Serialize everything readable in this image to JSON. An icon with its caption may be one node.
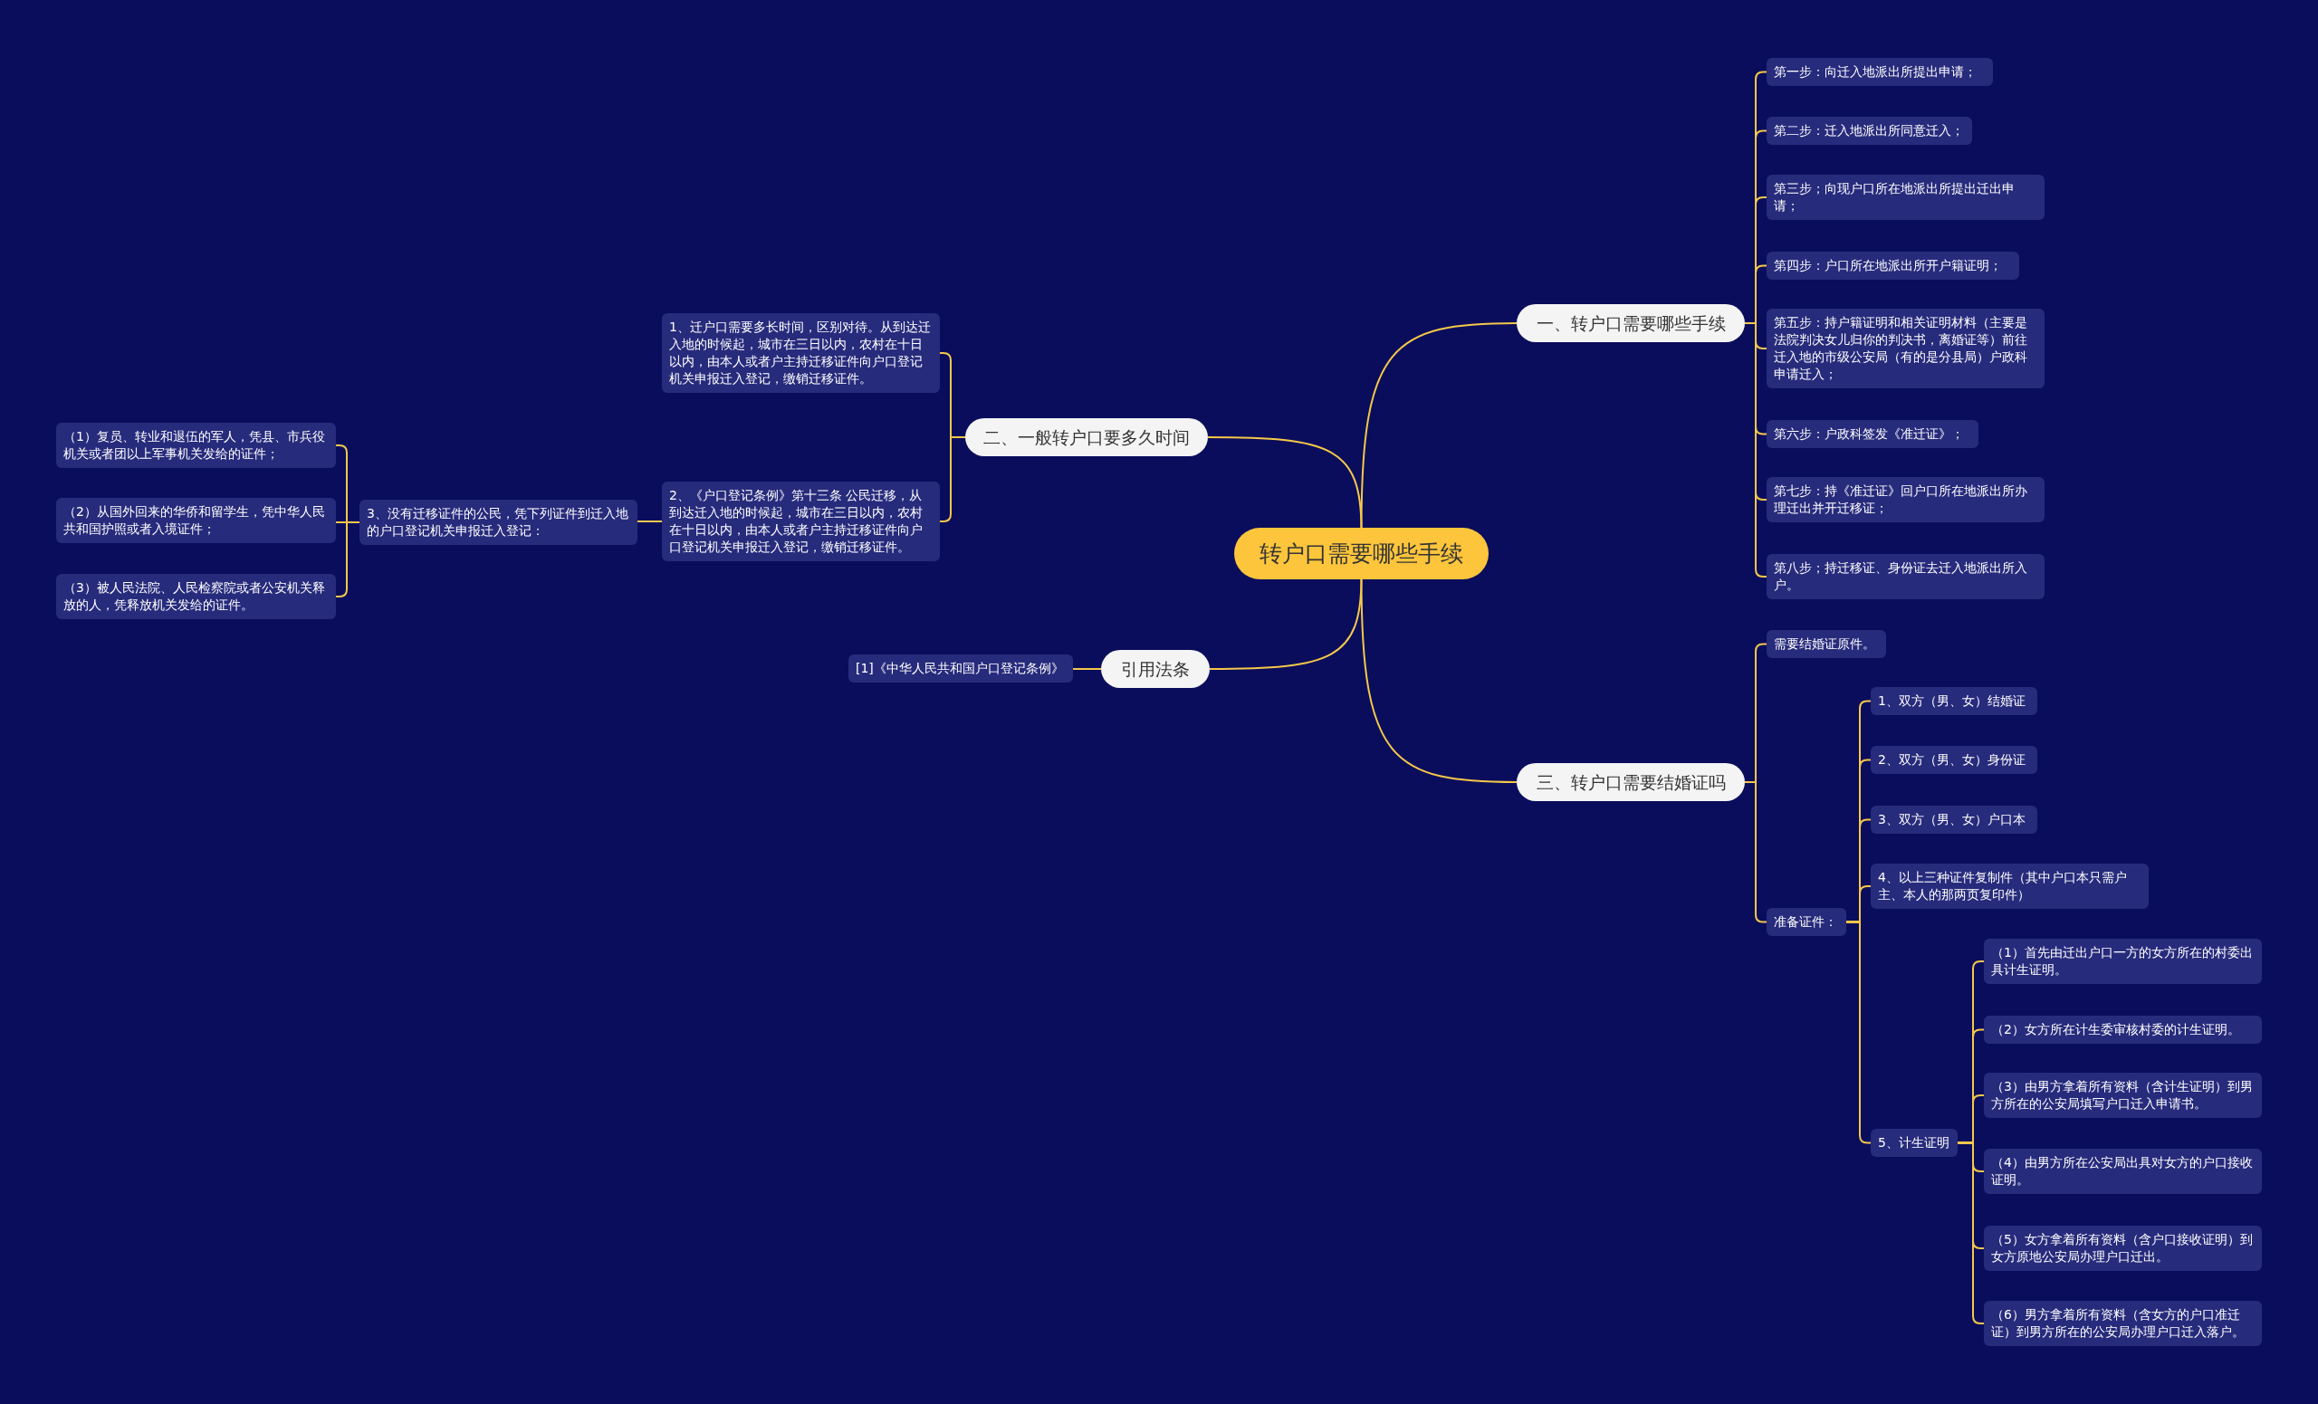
{
  "diagram": {
    "nodes": [
      {
        "text": [
          "转户口需要哪些手续"
        ]
      },
      {
        "text": [
          "一、转户口需要哪些手续"
        ]
      },
      {
        "text": [
          "第一步：向迁入地派出所提出申请；"
        ]
      },
      {
        "text": [
          "第二步：迁入地派出所同意迁入；"
        ]
      },
      {
        "text": [
          "第三步；向现户口所在地派出所提出迁出申请；"
        ]
      },
      {
        "text": [
          "第四步：户口所在地派出所开户籍证明；"
        ]
      },
      {
        "text": [
          "第五步：持户籍证明和相关证明材料（主要是法院判决女儿归你的判决书，离婚证等）前往迁入地的市级公安局（有的是分县局）户政科申请迁入；"
        ]
      },
      {
        "text": [
          "第六步：户政科签发《准迁证》；"
        ]
      },
      {
        "text": [
          "第七步：持《准迁证》回户口所在地派出所办理迁出并开迁移证；"
        ]
      },
      {
        "text": [
          "第八步；持迁移证、身份证去迁入地派出所入户。"
        ]
      },
      {
        "text": [
          "二、一般转户口要多久时间"
        ]
      },
      {
        "text": [
          "1、迁户口需要多长时间，区别对待。从到达迁入地的时候起，城市在三日以内，农村在十日以内，由本人或者户主持迁移证件向户口登记机关申报迁入登记，缴销迁移证件。"
        ]
      },
      {
        "text": [
          "2、《户口登记条例》第十三条 公民迁移，从到达迁入地的时候起，城市在三日以内，农村在十日以内，由本人或者户主持迁移证件向户口登记机关申报迁入登记，缴销迁移证件。"
        ]
      },
      {
        "text": [
          "3、没有迁移证件的公民，凭下列证件到迁入地的户口登记机关申报迁入登记："
        ]
      },
      {
        "text": [
          "（1）复员、转业和退伍的军人，凭县、市兵役机关或者团以上军事机关发给的证件；"
        ]
      },
      {
        "text": [
          "（2）从国外回来的华侨和留学生，凭中华人民共和国护照或者入境证件；"
        ]
      },
      {
        "text": [
          "（3）被人民法院、人民检察院或者公安机关释放的人，凭释放机关发给的证件。"
        ]
      },
      {
        "text": [
          "引用法条"
        ]
      },
      {
        "text": [
          "[1]《中华人民共和国户口登记条例》"
        ]
      },
      {
        "text": [
          "三、转户口需要结婚证吗"
        ]
      },
      {
        "text": [
          "需要结婚证原件。"
        ]
      },
      {
        "text": [
          "准备证件："
        ]
      },
      {
        "text": [
          "1、双方（男、女）结婚证"
        ]
      },
      {
        "text": [
          "2、双方（男、女）身份证"
        ]
      },
      {
        "text": [
          "3、双方（男、女）户口本"
        ]
      },
      {
        "text": [
          "4、以上三种证件复制件（其中户口本只需户主、本人的那两页复印件）"
        ]
      },
      {
        "text": [
          "5、计生证明"
        ]
      },
      {
        "text": [
          "（1）首先由迁出户口一方的女方所在的村委出具计生证明。"
        ]
      },
      {
        "text": [
          "（2）女方所在计生委审核村委的计生证明。"
        ]
      },
      {
        "text": [
          "（3）由男方拿着所有资料（含计生证明）到男方所在的公安局填写户口迁入申请书。"
        ]
      },
      {
        "text": [
          "（4）由男方所在公安局出具对女方的户口接收证明。"
        ]
      },
      {
        "text": [
          "（5）女方拿着所有资料（含户口接收证明）到女方原地公安局办理户口迁出。"
        ]
      },
      {
        "text": [
          "（6）男方拿着所有资料（含女方的户口准迁证）到男方所在的公安局办理户口迁入落户。"
        ]
      }
    ],
    "edges": [
      {
        "from": 0,
        "to": 1,
        "arrow": "none"
      },
      {
        "from": 1,
        "to": 2,
        "arrow": "none"
      },
      {
        "from": 1,
        "to": 3,
        "arrow": "none"
      },
      {
        "from": 1,
        "to": 4,
        "arrow": "none"
      },
      {
        "from": 1,
        "to": 5,
        "arrow": "none"
      },
      {
        "from": 1,
        "to": 6,
        "arrow": "none"
      },
      {
        "from": 1,
        "to": 7,
        "arrow": "none"
      },
      {
        "from": 1,
        "to": 8,
        "arrow": "none"
      },
      {
        "from": 1,
        "to": 9,
        "arrow": "none"
      },
      {
        "from": 0,
        "to": 10,
        "arrow": "none"
      },
      {
        "from": 10,
        "to": 11,
        "arrow": "none"
      },
      {
        "from": 10,
        "to": 12,
        "arrow": "none"
      },
      {
        "from": 12,
        "to": 13,
        "arrow": "none"
      },
      {
        "from": 13,
        "to": 14,
        "arrow": "none"
      },
      {
        "from": 13,
        "to": 15,
        "arrow": "none"
      },
      {
        "from": 13,
        "to": 16,
        "arrow": "none"
      },
      {
        "from": 0,
        "to": 17,
        "arrow": "none"
      },
      {
        "from": 17,
        "to": 18,
        "arrow": "none"
      },
      {
        "from": 0,
        "to": 19,
        "arrow": "none"
      },
      {
        "from": 19,
        "to": 20,
        "arrow": "none"
      },
      {
        "from": 19,
        "to": 21,
        "arrow": "none"
      },
      {
        "from": 21,
        "to": 22,
        "arrow": "none"
      },
      {
        "from": 21,
        "to": 23,
        "arrow": "none"
      },
      {
        "from": 21,
        "to": 24,
        "arrow": "none"
      },
      {
        "from": 21,
        "to": 25,
        "arrow": "none"
      },
      {
        "from": 21,
        "to": 26,
        "arrow": "none"
      },
      {
        "from": 26,
        "to": 27,
        "arrow": "none"
      },
      {
        "from": 26,
        "to": 28,
        "arrow": "none"
      },
      {
        "from": 26,
        "to": 29,
        "arrow": "none"
      },
      {
        "from": 26,
        "to": 30,
        "arrow": "none"
      },
      {
        "from": 26,
        "to": 31,
        "arrow": "none"
      },
      {
        "from": 26,
        "to": 32,
        "arrow": "none"
      }
    ]
  }
}
